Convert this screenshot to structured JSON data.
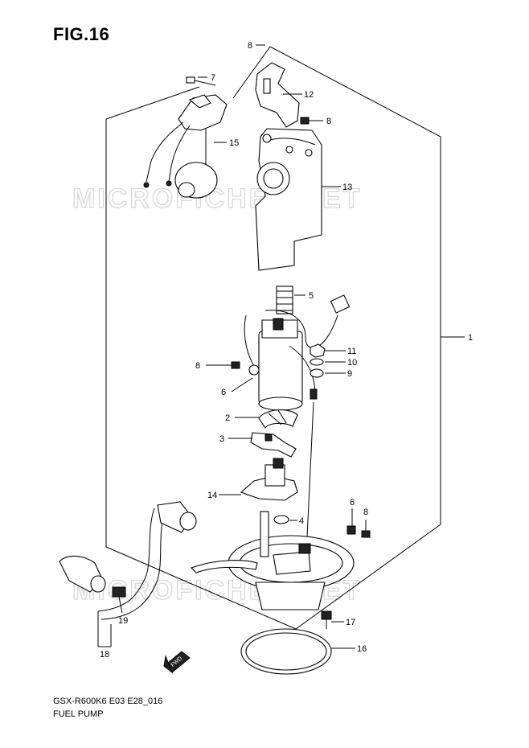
{
  "figure": {
    "title": "FIG.16",
    "code": "GSX-R600K6 E03 E28_016",
    "name": "FUEL PUMP",
    "watermark": "MICROFICHES.NET",
    "direction_arrow": "FWD"
  },
  "labels": {
    "l1": "1",
    "l2": "2",
    "l3": "3",
    "l4": "4",
    "l5": "5",
    "l6a": "6",
    "l6b": "6",
    "l7": "7",
    "l8a": "8",
    "l8b": "8",
    "l8c": "8",
    "l8d": "8",
    "l9": "9",
    "l10": "10",
    "l11": "11",
    "l12": "12",
    "l13": "13",
    "l14": "14",
    "l15": "15",
    "l16": "16",
    "l17": "17",
    "l18": "18",
    "l19": "19"
  }
}
